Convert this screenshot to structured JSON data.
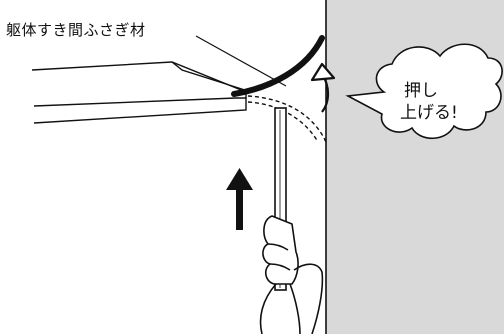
{
  "labels": {
    "material": "躯体すき間ふさぎ材",
    "speech_line1": "押し",
    "speech_line2": "上げる!"
  },
  "colors": {
    "wall": "#d9d9d9",
    "line": "#111111",
    "background": "#ffffff"
  },
  "icons": {
    "push_direction": "up-arrow-icon",
    "curl_direction": "curved-arrow-icon",
    "hand": "gloved-hand-icon"
  }
}
